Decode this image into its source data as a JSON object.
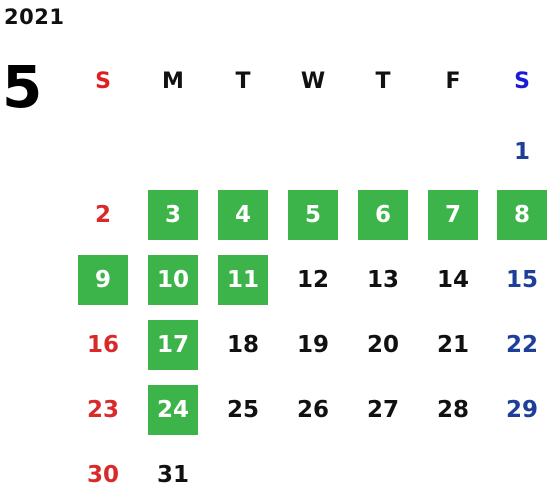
{
  "calendar": {
    "year": "2021",
    "month": "5",
    "weekdays": [
      "S",
      "M",
      "T",
      "W",
      "T",
      "F",
      "S"
    ],
    "days": {
      "d1": "1",
      "d2": "2",
      "d3": "3",
      "d4": "4",
      "d5": "5",
      "d6": "6",
      "d7": "7",
      "d8": "8",
      "d9": "9",
      "d10": "10",
      "d11": "11",
      "d12": "12",
      "d13": "13",
      "d14": "14",
      "d15": "15",
      "d16": "16",
      "d17": "17",
      "d18": "18",
      "d19": "19",
      "d20": "20",
      "d21": "21",
      "d22": "22",
      "d23": "23",
      "d24": "24",
      "d25": "25",
      "d26": "26",
      "d27": "27",
      "d28": "28",
      "d29": "29",
      "d30": "30",
      "d31": "31"
    },
    "highlighted_days": [
      "3",
      "4",
      "5",
      "6",
      "7",
      "8",
      "9",
      "10",
      "11",
      "17",
      "24"
    ],
    "colors": {
      "highlight": "#3cb449",
      "sunday": "#d82a2a",
      "saturday": "#1d3f9a",
      "weekday_header_sunday": "#e02020",
      "weekday_header_saturday": "#1a1ad8"
    }
  }
}
